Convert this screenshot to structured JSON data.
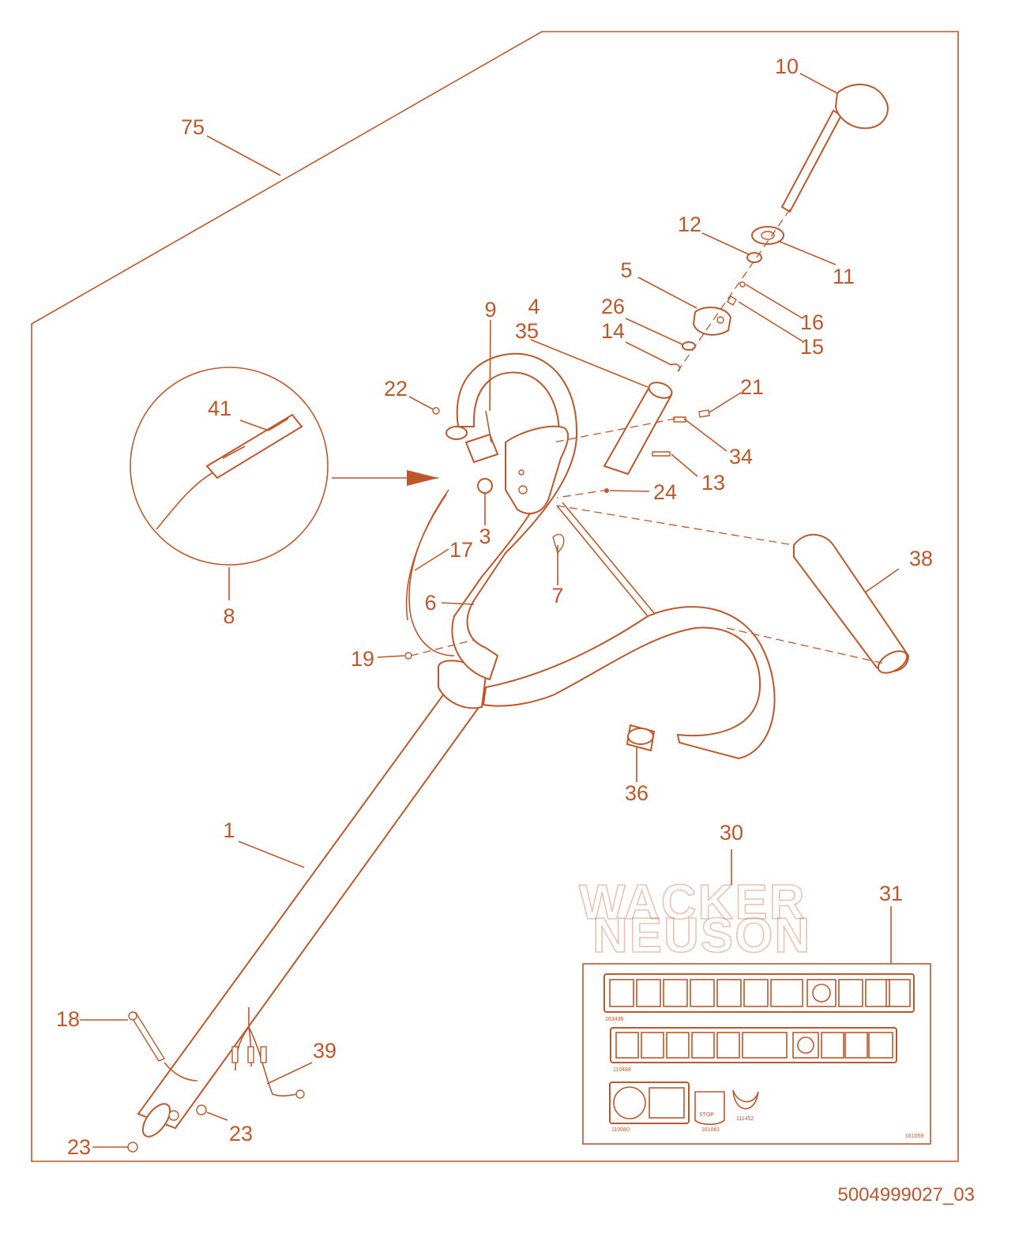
{
  "diagram": {
    "accent_color": "#c0572a",
    "document_number": "5004999027_03",
    "watermark_brand": [
      "WACKER",
      "NEUSON"
    ],
    "decal_codes": [
      "163436",
      "110488",
      "110080",
      "161061",
      "111452",
      "161059"
    ],
    "decal_stop_text": "STOP",
    "callouts": [
      {
        "id": "c75",
        "label": "75"
      },
      {
        "id": "c10",
        "label": "10"
      },
      {
        "id": "c12",
        "label": "12"
      },
      {
        "id": "c11",
        "label": "11"
      },
      {
        "id": "c5",
        "label": "5"
      },
      {
        "id": "c26",
        "label": "26"
      },
      {
        "id": "c16",
        "label": "16"
      },
      {
        "id": "c14",
        "label": "14"
      },
      {
        "id": "c15",
        "label": "15"
      },
      {
        "id": "c9",
        "label": "9"
      },
      {
        "id": "c4",
        "label": "4"
      },
      {
        "id": "c35",
        "label": "35"
      },
      {
        "id": "c22",
        "label": "22"
      },
      {
        "id": "c21",
        "label": "21"
      },
      {
        "id": "c41",
        "label": "41"
      },
      {
        "id": "c34",
        "label": "34"
      },
      {
        "id": "c13",
        "label": "13"
      },
      {
        "id": "c24",
        "label": "24"
      },
      {
        "id": "c3",
        "label": "3"
      },
      {
        "id": "c17",
        "label": "17"
      },
      {
        "id": "c38",
        "label": "38"
      },
      {
        "id": "c6",
        "label": "6"
      },
      {
        "id": "c7",
        "label": "7"
      },
      {
        "id": "c8",
        "label": "8"
      },
      {
        "id": "c19",
        "label": "19"
      },
      {
        "id": "c36",
        "label": "36"
      },
      {
        "id": "c1",
        "label": "1"
      },
      {
        "id": "c30",
        "label": "30"
      },
      {
        "id": "c31",
        "label": "31"
      },
      {
        "id": "c18",
        "label": "18"
      },
      {
        "id": "c39",
        "label": "39"
      },
      {
        "id": "c23a",
        "label": "23"
      },
      {
        "id": "c23b",
        "label": "23"
      }
    ]
  }
}
